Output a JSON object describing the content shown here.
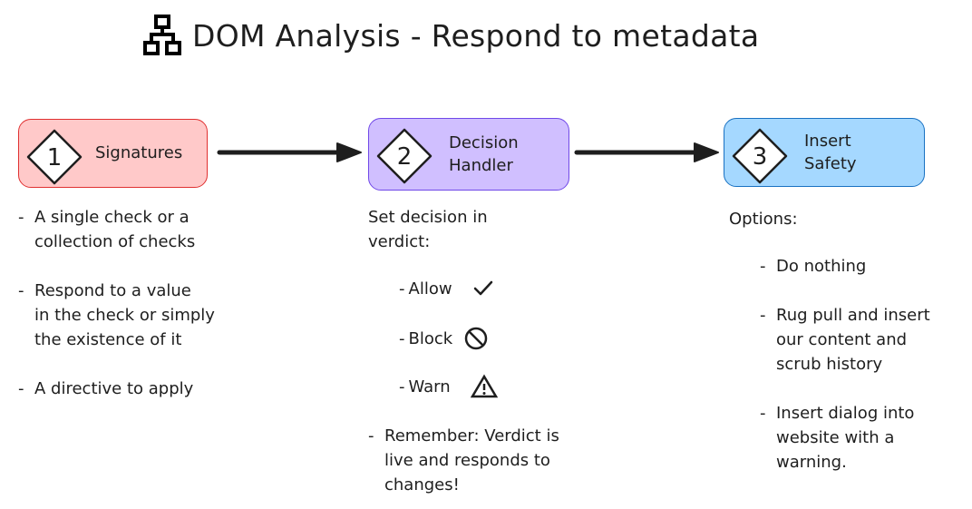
{
  "title": {
    "icon": "sitemap-icon",
    "text": "DOM Analysis - Respond to metadata"
  },
  "colors": {
    "node1_fill": "#ffc9c9",
    "node1_stroke": "#e03131",
    "node2_fill": "#d0bfff",
    "node2_stroke": "#7048e8",
    "node3_fill": "#a5d8ff",
    "node3_stroke": "#1971c2",
    "ink": "#1e1e1e"
  },
  "nodes": [
    {
      "number": "1",
      "label": "Signatures"
    },
    {
      "number": "2",
      "label": "Decision\nHandler"
    },
    {
      "number": "3",
      "label": "Insert\nSafety"
    }
  ],
  "signatures_notes": [
    [
      "A single check or a",
      "collection of checks"
    ],
    [
      "Respond to a value",
      "in the check or simply",
      "the existence of it"
    ],
    [
      "A directive to apply"
    ]
  ],
  "decision": {
    "intro": [
      "Set decision in",
      "verdict:"
    ],
    "verdicts": [
      {
        "label": "Allow",
        "icon": "checkmark-icon"
      },
      {
        "label": "Block",
        "icon": "prohibited-icon"
      },
      {
        "label": "Warn",
        "icon": "warning-icon"
      }
    ],
    "remember": [
      "Remember: Verdict is",
      "live and responds to",
      "changes!"
    ]
  },
  "safety": {
    "intro": "Options:",
    "options": [
      [
        "Do nothing"
      ],
      [
        "Rug pull and insert",
        "our content and",
        "scrub history"
      ],
      [
        "Insert dialog into",
        "website with a",
        "warning."
      ]
    ]
  }
}
